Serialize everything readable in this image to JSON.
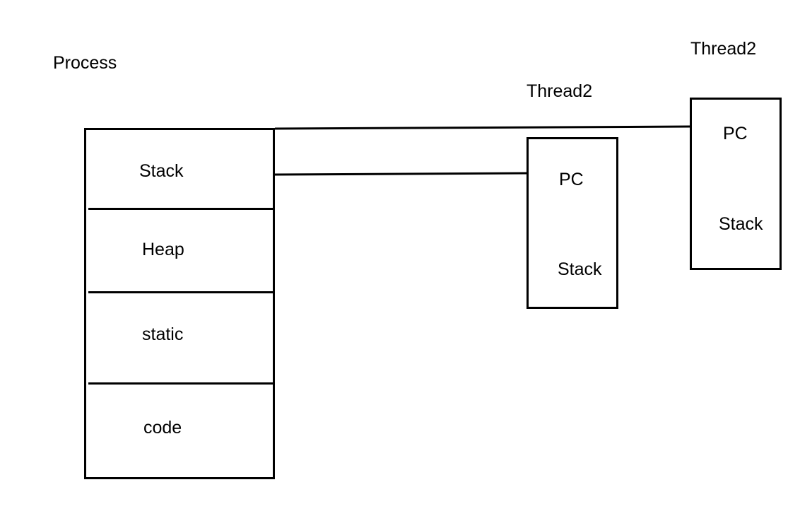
{
  "process": {
    "title": "Process",
    "segments": [
      "Stack",
      "Heap",
      "static",
      "code"
    ]
  },
  "threads": [
    {
      "title": "Thread2",
      "pc_label": "PC",
      "stack_label": "Stack"
    },
    {
      "title": "Thread2",
      "pc_label": "PC",
      "stack_label": "Stack"
    }
  ],
  "colors": {
    "stroke": "#000000",
    "background": "#ffffff"
  }
}
